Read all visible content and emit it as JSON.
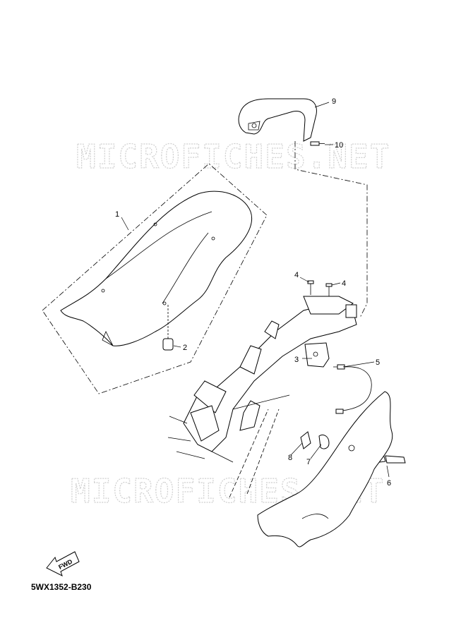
{
  "watermark": {
    "text_top": "MICROFICHES.NET",
    "text_bottom": "MICROFICHES.NET"
  },
  "callouts": {
    "c1": "1",
    "c2": "2",
    "c3": "3",
    "c4a": "4",
    "c4b": "4",
    "c5": "5",
    "c6": "6",
    "c7": "7",
    "c8": "8",
    "c9": "9",
    "c10": "10"
  },
  "direction_label": "FWD",
  "catalog_code": "5WX1352-B230"
}
